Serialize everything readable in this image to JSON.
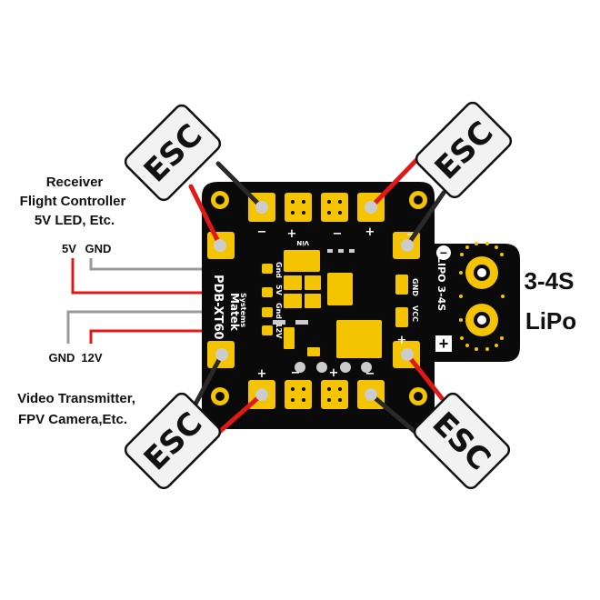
{
  "esc_label": "ESC",
  "left_top": {
    "line1": "Receiver",
    "line2": "Flight Controller",
    "line3": "5V LED, Etc.",
    "wire_5v": "5V",
    "wire_gnd": "GND"
  },
  "left_bottom": {
    "wire_gnd": "GND",
    "wire_12v": "12V",
    "line1": "Video Transmitter,",
    "line2": "FPV Camera,Etc."
  },
  "battery": {
    "line1": "3-4S",
    "line2": "LiPo"
  },
  "pcb": {
    "brand_line1": "Matek",
    "brand_line2": "Systems",
    "model": "PDB-XT60",
    "pad_gnd1": "Gnd",
    "pad_5v": "5V",
    "pad_gnd2": "Gnd",
    "pad_12v": "12V",
    "lipo_text": "LIPO 3-4S",
    "gnd_text": "GND",
    "vcc_text": "VCC",
    "minus": "−",
    "plus": "+",
    "vin_text": "ViN"
  },
  "colors": {
    "board": "#0a0a0a",
    "pad": "#f5c400",
    "wire_red": "#e01818",
    "wire_gray": "#9a9a9a",
    "wire_black": "#2a2a2a"
  }
}
